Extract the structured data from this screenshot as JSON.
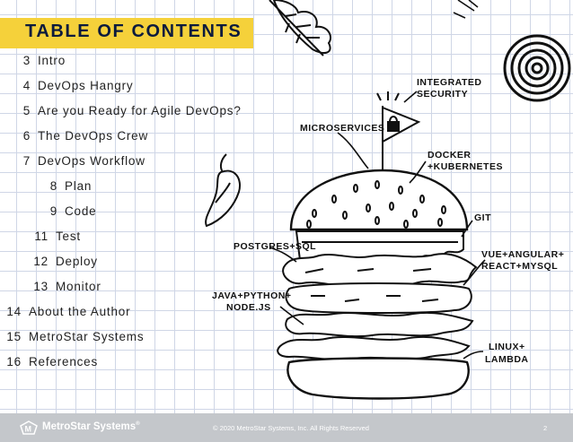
{
  "title": "TABLE OF CONTENTS",
  "toc": [
    {
      "num": "3",
      "label": "Intro"
    },
    {
      "num": "4",
      "label": "DevOps Hangry"
    },
    {
      "num": "5",
      "label": "Are you Ready for Agile DevOps?"
    },
    {
      "num": "6",
      "label": "The DevOps Crew"
    },
    {
      "num": "7",
      "label": "DevOps Workflow"
    },
    {
      "num": "8",
      "label": "Plan"
    },
    {
      "num": "9",
      "label": "Code"
    },
    {
      "num": "11",
      "label": "Test"
    },
    {
      "num": "12",
      "label": "Deploy"
    },
    {
      "num": "13",
      "label": "Monitor"
    },
    {
      "num": "14",
      "label": "About the Author"
    },
    {
      "num": "15",
      "label": "MetroStar Systems"
    },
    {
      "num": "16",
      "label": "References"
    }
  ],
  "illustration": {
    "labels": {
      "security": [
        "INTEGRATED",
        "SECURITY"
      ],
      "microservices": "MICROSERVICES",
      "docker": [
        "DOCKER",
        "+KUBERNETES"
      ],
      "git": "GIT",
      "postgres": "POSTGRES+SQL",
      "vue": [
        "VUE+ANGULAR+",
        "REACT+MYSQL"
      ],
      "java": [
        "JAVA+PYTHON+",
        "NODE.JS"
      ],
      "linux": [
        "LINUX+",
        "LAMBDA"
      ]
    }
  },
  "footer": {
    "brand": "MetroStar Systems",
    "brand_mark": "®",
    "copyright": "© 2020 MetroStar Systems, Inc. All Rights Reserved",
    "page": "2"
  },
  "colors": {
    "accent": "#f5d13a",
    "title": "#0c1b3d",
    "footer": "#c4c7cb"
  }
}
